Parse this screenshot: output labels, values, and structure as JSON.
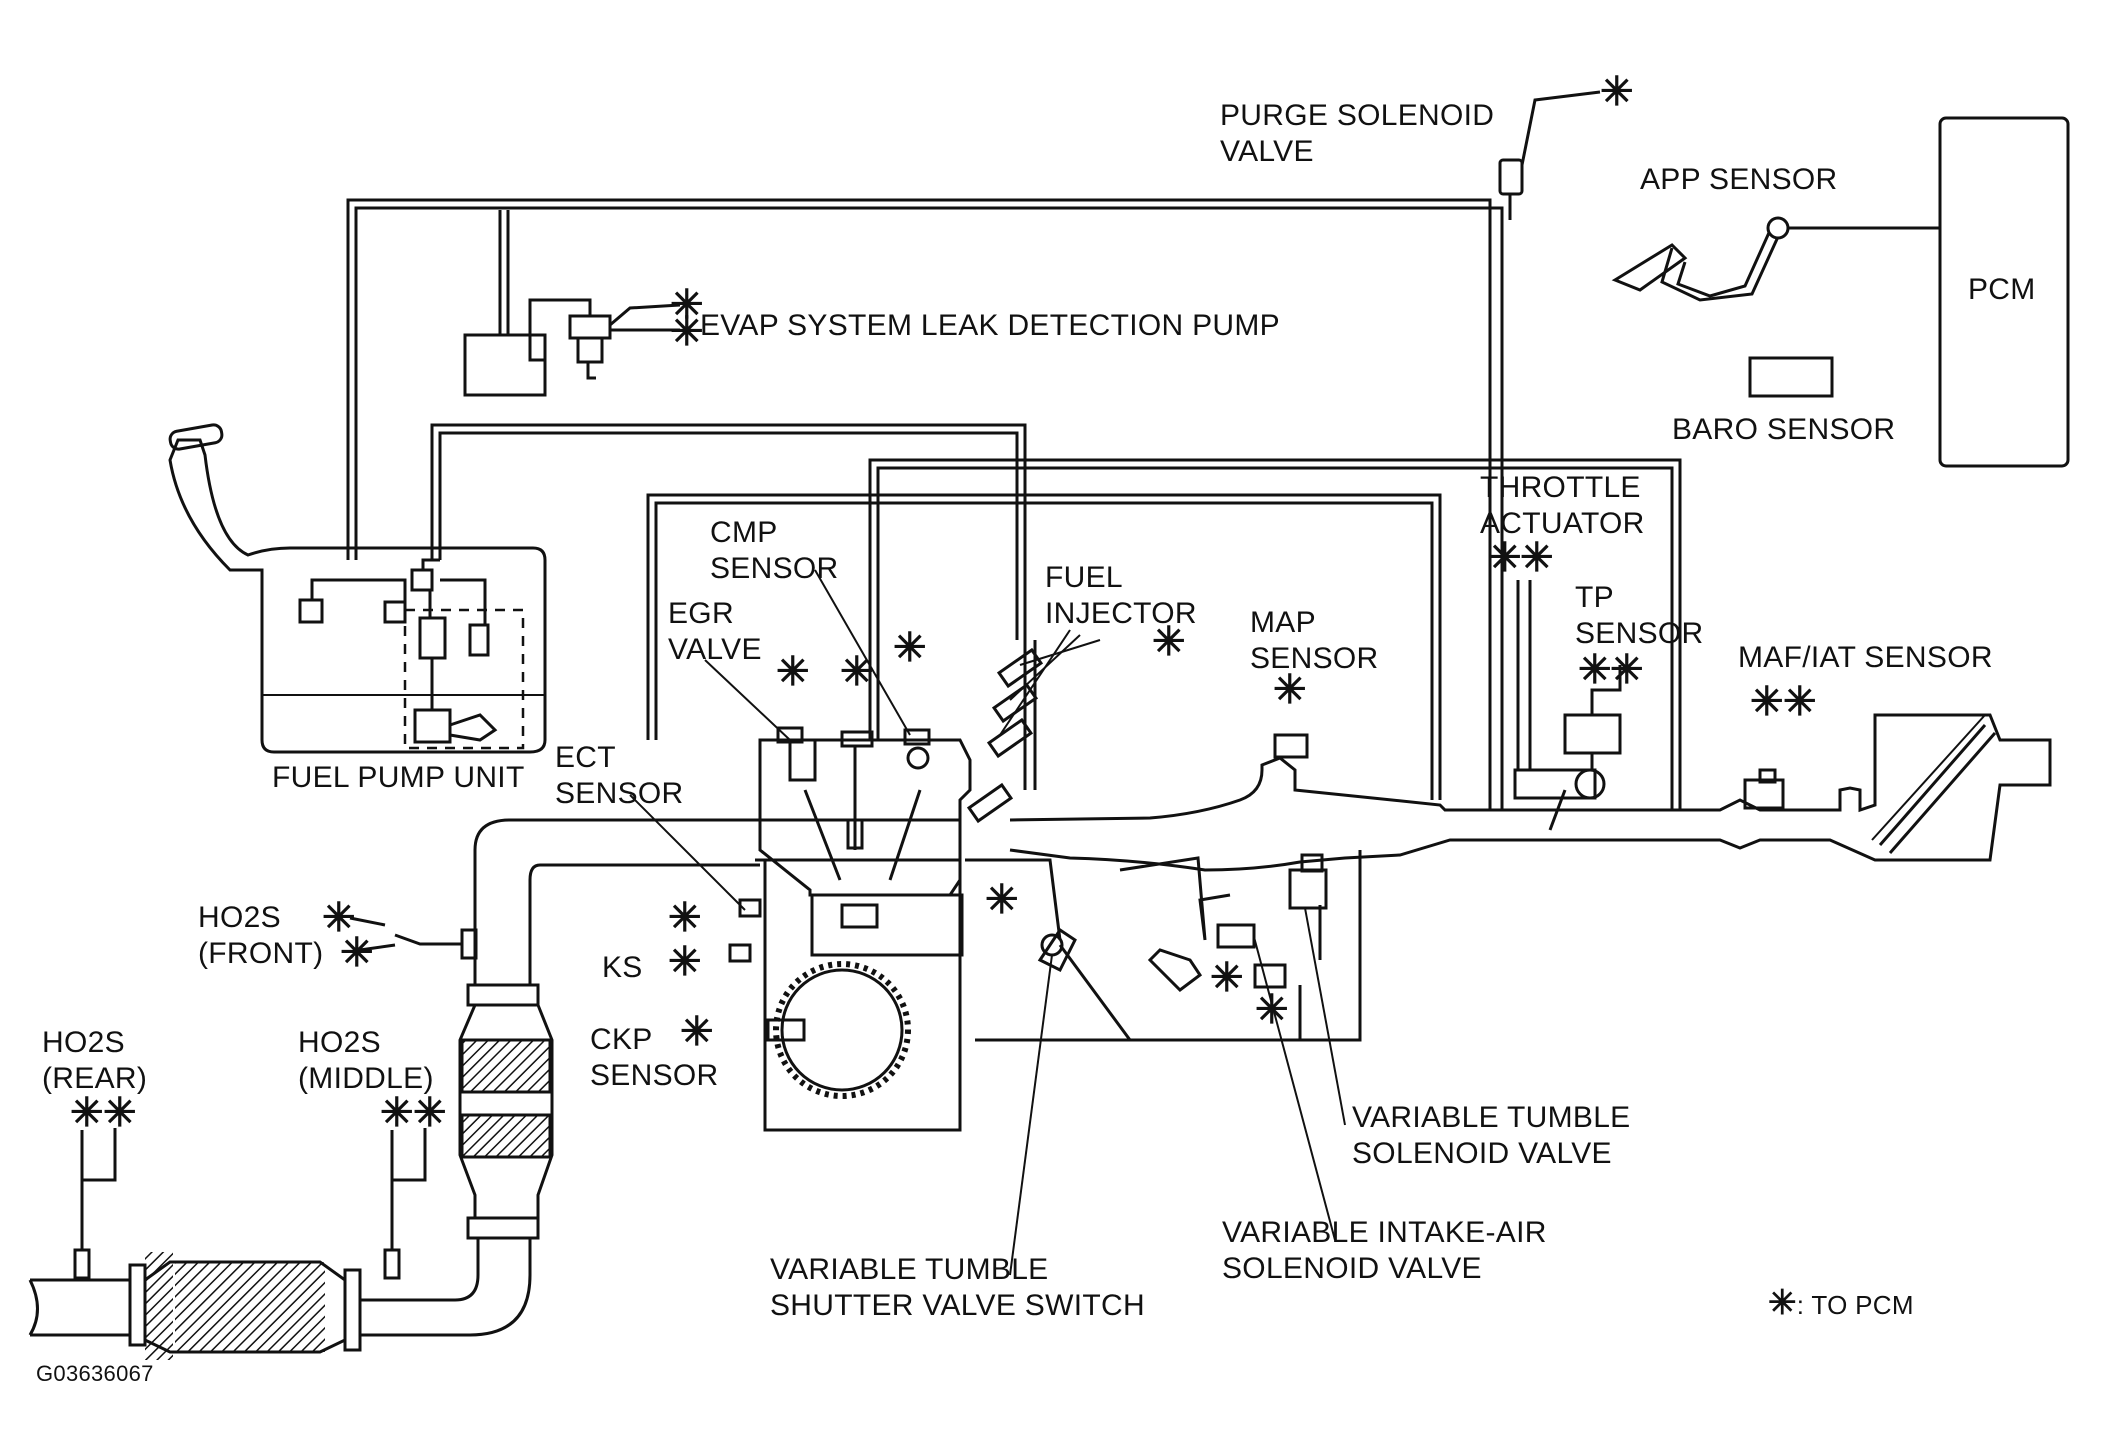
{
  "labels": {
    "purge_solenoid": [
      "PURGE SOLENOID",
      "VALVE"
    ],
    "app_sensor": "APP SENSOR",
    "pcm": "PCM",
    "baro_sensor": "BARO SENSOR",
    "evap_pump": "EVAP SYSTEM LEAK DETECTION PUMP",
    "throttle_actuator": [
      "THROTTLE",
      "ACTUATOR"
    ],
    "tp_sensor": [
      "TP",
      "SENSOR"
    ],
    "cmp_sensor": [
      "CMP",
      "SENSOR"
    ],
    "fuel_injector": [
      "FUEL",
      "INJECTOR"
    ],
    "egr_valve": [
      "EGR",
      "VALVE"
    ],
    "map_sensor": [
      "MAP",
      "SENSOR"
    ],
    "maf_iat_sensor": "MAF/IAT SENSOR",
    "fuel_pump_unit": "FUEL PUMP UNIT",
    "ect_sensor": [
      "ECT",
      "SENSOR"
    ],
    "ho2s_front": [
      "HO2S",
      "(FRONT)"
    ],
    "ks": "KS",
    "ckp_sensor": [
      "CKP",
      "SENSOR"
    ],
    "ho2s_rear": [
      "HO2S",
      "(REAR)"
    ],
    "ho2s_middle": [
      "HO2S",
      "(MIDDLE)"
    ],
    "variable_tumble_solenoid": [
      "VARIABLE TUMBLE",
      "SOLENOID VALVE"
    ],
    "variable_intake_air": [
      "VARIABLE INTAKE-AIR",
      "SOLENOID VALVE"
    ],
    "variable_tumble_shutter": [
      "VARIABLE TUMBLE",
      "SHUTTER VALVE SWITCH"
    ]
  },
  "legend": {
    "symbol": "✳",
    "text": ": TO PCM"
  },
  "figure_code": "G03636067"
}
